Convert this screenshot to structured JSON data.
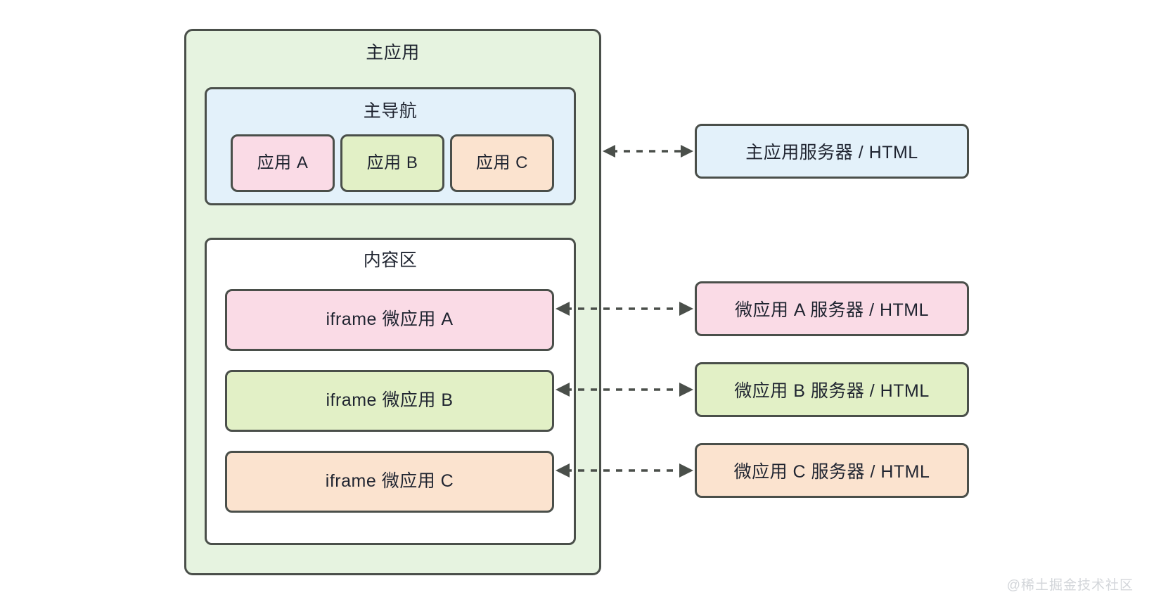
{
  "diagram": {
    "title": "主应用",
    "main_app": {
      "label": "主应用",
      "fill": "#e6f3e0",
      "nav": {
        "label": "主导航",
        "fill": "#e3f1fa",
        "apps": [
          {
            "label": "应用 A",
            "fill": "#fadbe6"
          },
          {
            "label": "应用 B",
            "fill": "#e2f0c6"
          },
          {
            "label": "应用 C",
            "fill": "#fbe3cf"
          }
        ]
      },
      "content": {
        "label": "内容区",
        "fill": "#ffffff",
        "iframes": [
          {
            "label": "iframe 微应用 A",
            "fill": "#fadbe6"
          },
          {
            "label": "iframe 微应用 B",
            "fill": "#e2f0c6"
          },
          {
            "label": "iframe 微应用 C",
            "fill": "#fbe3cf"
          }
        ]
      }
    },
    "servers": [
      {
        "label": "主应用服务器 / HTML",
        "fill": "#e3f1fa"
      },
      {
        "label": "微应用 A 服务器 / HTML",
        "fill": "#fadbe6"
      },
      {
        "label": "微应用 B 服务器 / HTML",
        "fill": "#e2f0c6"
      },
      {
        "label": "微应用 C 服务器 / HTML",
        "fill": "#fbe3cf"
      }
    ],
    "connectors": {
      "style": "dashed-bidirectional",
      "color": "#4a4f4a"
    },
    "border_color": "#4a4f4a",
    "watermark": "@稀土掘金技术社区"
  }
}
